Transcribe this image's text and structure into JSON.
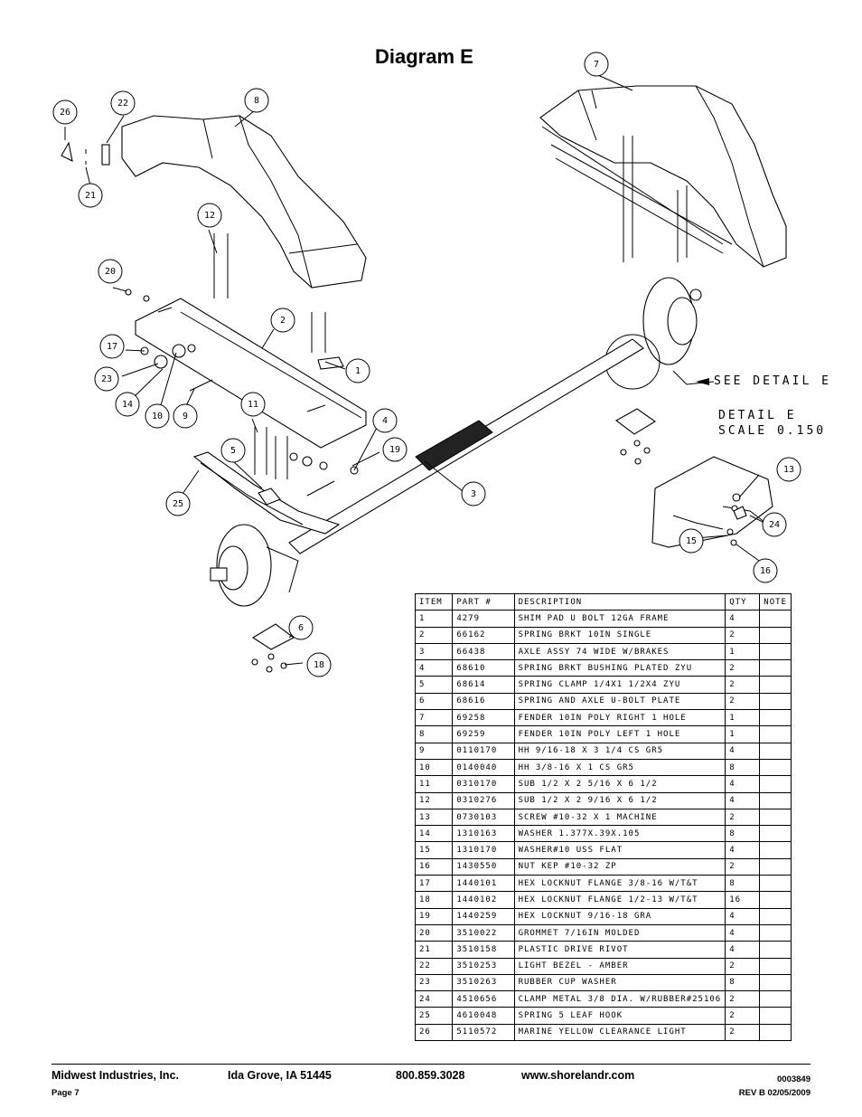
{
  "title": "Diagram E",
  "callouts": {
    "c1": "1",
    "c2": "2",
    "c3": "3",
    "c4": "4",
    "c5": "5",
    "c6": "6",
    "c7": "7",
    "c8": "8",
    "c9": "9",
    "c10": "10",
    "c11": "11",
    "c12": "12",
    "c13": "13",
    "c14": "14",
    "c15": "15",
    "c16": "16",
    "c17": "17",
    "c18": "18",
    "c19": "19",
    "c20": "20",
    "c21": "21",
    "c22": "22",
    "c23": "23",
    "c24": "24",
    "c25": "25",
    "c26": "26"
  },
  "detail": {
    "see": "SEE DETAIL E",
    "label": "DETAIL  E",
    "scale": "SCALE  0.150"
  },
  "table": {
    "headers": [
      "ITEM",
      "PART #",
      "DESCRIPTION",
      "QTY",
      "NOTE"
    ],
    "rows": [
      [
        "1",
        "4279",
        "SHIM PAD  U BOLT 12GA FRAME",
        "4",
        ""
      ],
      [
        "2",
        "66162",
        "SPRING BRKT 10IN SINGLE",
        "2",
        ""
      ],
      [
        "3",
        "66438",
        "AXLE ASSY 74 WIDE W/BRAKES",
        "1",
        ""
      ],
      [
        "4",
        "68610",
        "SPRING BRKT BUSHING PLATED ZYU",
        "2",
        ""
      ],
      [
        "5",
        "68614",
        "SPRING CLAMP  1/4X1 1/2X4  ZYU",
        "2",
        ""
      ],
      [
        "6",
        "68616",
        "SPRING AND AXLE U-BOLT PLATE",
        "2",
        ""
      ],
      [
        "7",
        "69258",
        "FENDER  10IN POLY RIGHT 1 HOLE",
        "1",
        ""
      ],
      [
        "8",
        "69259",
        "FENDER  10IN POLY LEFT 1 HOLE",
        "1",
        ""
      ],
      [
        "9",
        "0110170",
        "HH 9/16-18 X 3 1/4 CS GR5",
        "4",
        ""
      ],
      [
        "10",
        "0140040",
        "HH 3/8-16 X 1 CS GR5",
        "8",
        ""
      ],
      [
        "11",
        "0310170",
        "SUB 1/2 X 2 5/16 X 6 1/2",
        "4",
        ""
      ],
      [
        "12",
        "0310276",
        "SUB 1/2 X 2 9/16 X 6 1/2",
        "4",
        ""
      ],
      [
        "13",
        "0730103",
        "SCREW #10-32 X 1 MACHINE",
        "2",
        ""
      ],
      [
        "14",
        "1310163",
        "WASHER 1.377X.39X.105",
        "8",
        ""
      ],
      [
        "15",
        "1310170",
        "WASHER#10 USS FLAT",
        "4",
        ""
      ],
      [
        "16",
        "1430550",
        "NUT KEP #10-32 ZP",
        "2",
        ""
      ],
      [
        "17",
        "1440101",
        "HEX LOCKNUT FLANGE 3/8-16 W/T&T",
        "8",
        ""
      ],
      [
        "18",
        "1440102",
        "HEX LOCKNUT FLANGE 1/2-13 W/T&T",
        "16",
        ""
      ],
      [
        "19",
        "1440259",
        "HEX LOCKNUT 9/16-18 GRA",
        "4",
        ""
      ],
      [
        "20",
        "3510022",
        "GROMMET  7/16IN MOLDED",
        "4",
        ""
      ],
      [
        "21",
        "3510158",
        "PLASTIC DRIVE RIVOT",
        "4",
        ""
      ],
      [
        "22",
        "3510253",
        "LIGHT BEZEL - AMBER",
        "2",
        ""
      ],
      [
        "23",
        "3510263",
        "RUBBER CUP WASHER",
        "8",
        ""
      ],
      [
        "24",
        "4510656",
        "CLAMP METAL 3/8 DIA. W/RUBBER#25106",
        "2",
        ""
      ],
      [
        "25",
        "4610048",
        "SPRING  5 LEAF HOOK",
        "2",
        ""
      ],
      [
        "26",
        "5110572",
        "MARINE YELLOW CLEARANCE LIGHT",
        "2",
        ""
      ]
    ]
  },
  "footer": {
    "company": "Midwest Industries, Inc.",
    "city": "Ida Grove, IA  51445",
    "phone": "800.859.3028",
    "web": "www.shorelandr.com",
    "docnum": "0003849",
    "page": "Page 7",
    "rev": "REV B  02/05/2009"
  }
}
